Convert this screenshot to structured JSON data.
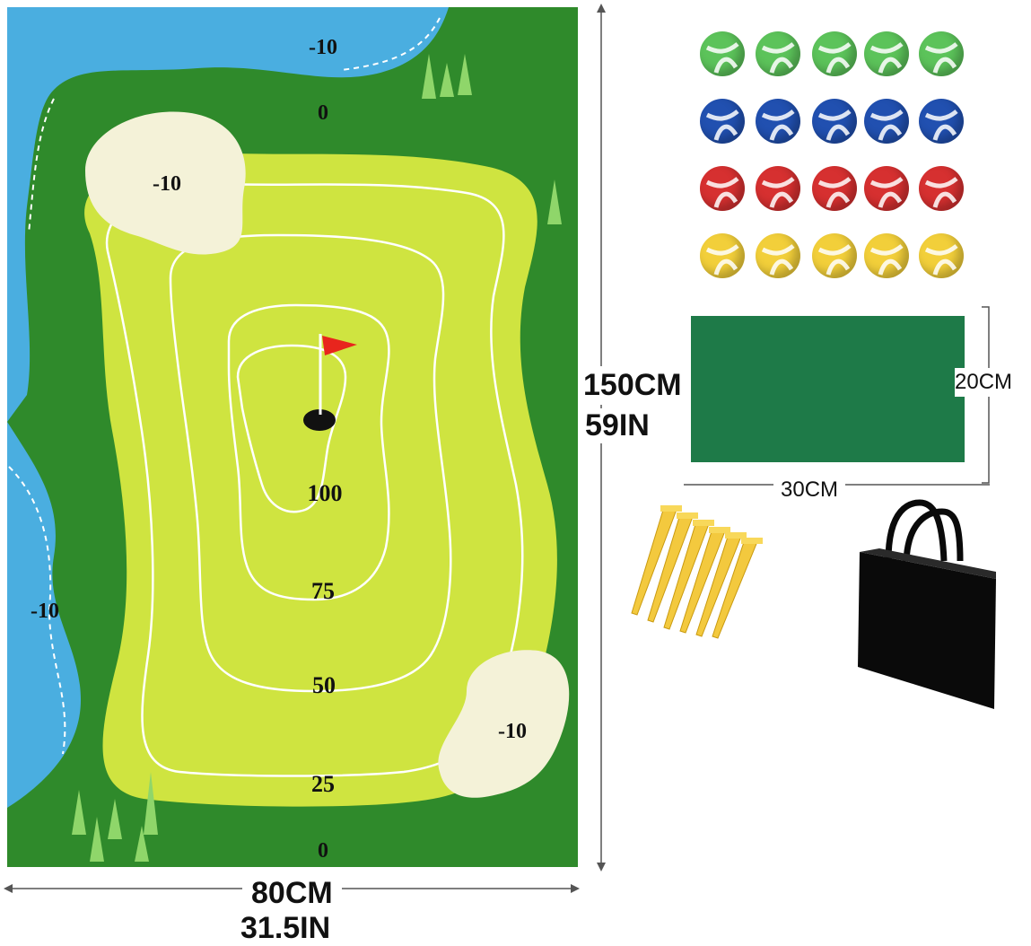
{
  "mat": {
    "width_label": "80CM",
    "width_label_in": "31.5IN",
    "height_label": "150CM",
    "height_label_in": "59IN",
    "scores": {
      "top_water": "-10",
      "top_zero": "0",
      "top_bunker": "-10",
      "ring_100": "100",
      "ring_75": "75",
      "ring_50": "50",
      "ring_25": "25",
      "bottom_bunker": "-10",
      "left_water": "-10",
      "bottom_zero": "0"
    }
  },
  "balls": {
    "colors": [
      "#5cc35a",
      "#2150b0",
      "#d63030",
      "#f2cf3a"
    ],
    "per_row": 5
  },
  "pad": {
    "width_label": "30CM",
    "height_label": "20CM",
    "color": "#1e7a48"
  },
  "accessories": {
    "stake_color": "#f3c93e",
    "bag_color": "#0a0a0a"
  }
}
